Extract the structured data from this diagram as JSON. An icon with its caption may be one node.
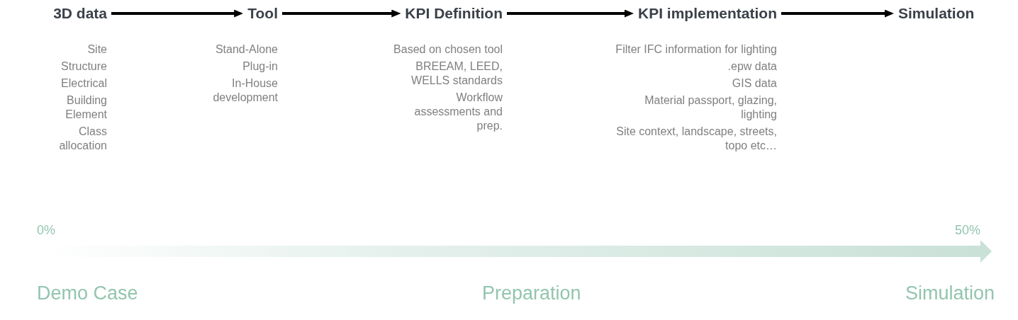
{
  "diagram": {
    "nodes": [
      {
        "text": [
          "3D data"
        ],
        "beside": [
          "Site",
          "Structure",
          "Electrical",
          "Building Element",
          "Class allocation"
        ]
      },
      {
        "text": [
          "Tool"
        ],
        "beside": [
          "Stand-Alone",
          "Plug-in",
          "In-House development"
        ]
      },
      {
        "text": [
          "KPI Definition"
        ],
        "beside": [
          "Based on chosen tool",
          "BREEAM, LEED, WELLS standards",
          "Workflow assessments and prep."
        ]
      },
      {
        "text": [
          "KPI implementation"
        ],
        "beside": [
          "Filter IFC information for lighting",
          ".epw data",
          "GIS data",
          "Material passport, glazing, lighting",
          "Site context, landscape, streets, topo etc…"
        ]
      },
      {
        "text": [
          "Simulation"
        ]
      }
    ],
    "edges": [
      {
        "from": 0,
        "to": 1,
        "arrow": "to"
      },
      {
        "from": 1,
        "to": 2,
        "arrow": "to"
      },
      {
        "from": 2,
        "to": 3,
        "arrow": "to"
      },
      {
        "from": 3,
        "to": 4,
        "arrow": "to"
      }
    ],
    "labels": [
      "0%",
      "50%",
      "Demo Case",
      "Preparation",
      "Simulation"
    ]
  }
}
